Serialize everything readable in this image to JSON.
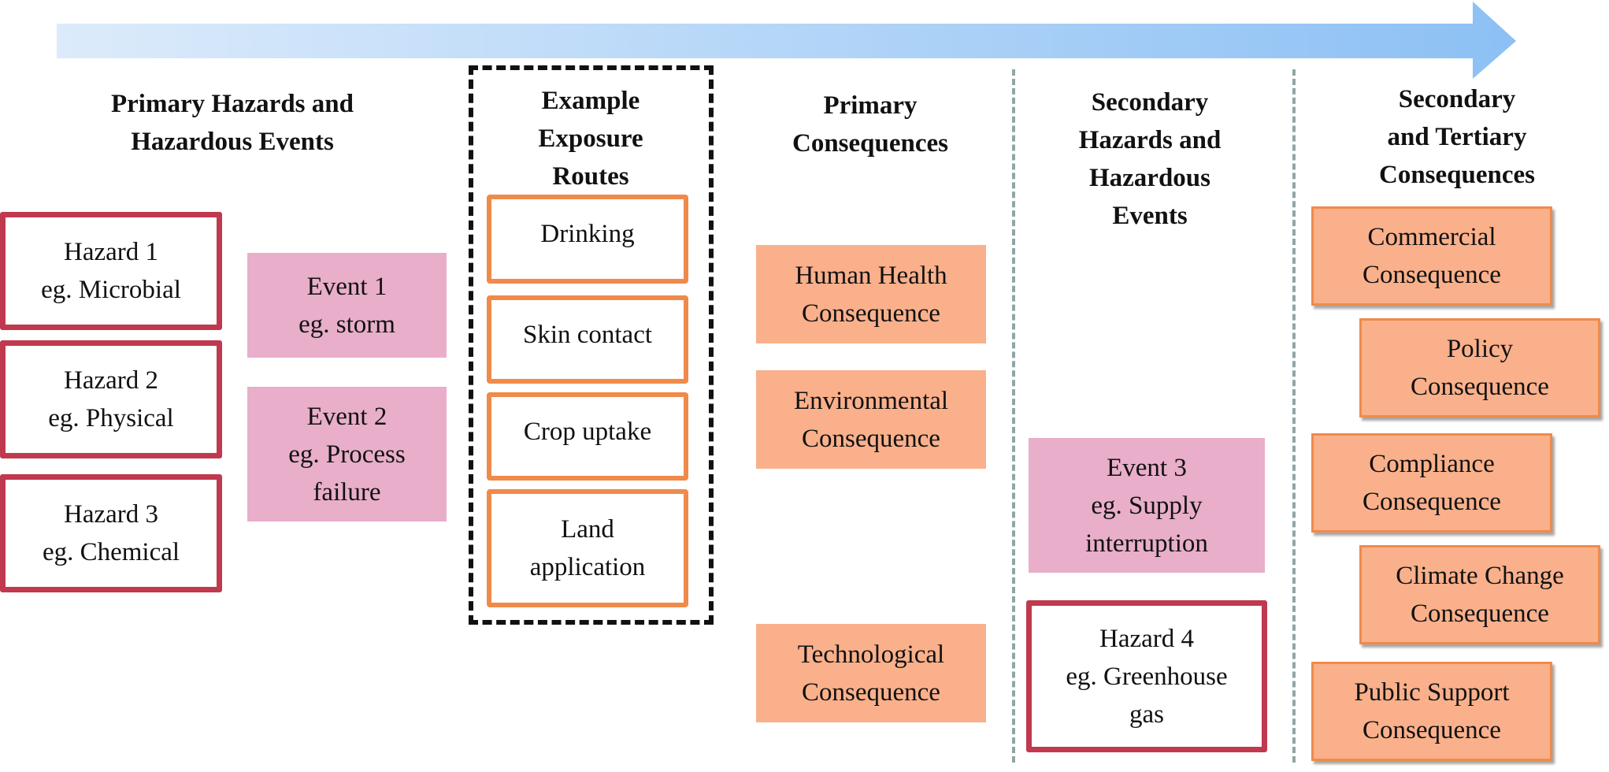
{
  "colors": {
    "arrow_start": "#dcebfb",
    "arrow_end": "#8cc0f4",
    "hazard_border": "#c0394f",
    "event_fill": "#e8aeca",
    "route_border": "#f08a4b",
    "consequence_fill": "#f9b08b",
    "divider": "#8fa6a6"
  },
  "columns": {
    "primary_hazards": {
      "title_lines": [
        "Primary Hazards and",
        "Hazardous Events"
      ]
    },
    "exposure_routes": {
      "title_lines": [
        "Example",
        "Exposure",
        "Routes"
      ]
    },
    "primary_consequences": {
      "title_lines": [
        "Primary",
        "Consequences"
      ]
    },
    "secondary_hazards": {
      "title_lines": [
        "Secondary",
        "Hazards and",
        "Hazardous",
        "Events"
      ]
    },
    "secondary_tertiary": {
      "title_lines": [
        "Secondary",
        "and Tertiary",
        "Consequences"
      ]
    }
  },
  "hazards": [
    {
      "lines": [
        "Hazard 1",
        "eg. Microbial"
      ]
    },
    {
      "lines": [
        "Hazard 2",
        "eg. Physical"
      ]
    },
    {
      "lines": [
        "Hazard 3",
        "eg. Chemical"
      ]
    }
  ],
  "events": [
    {
      "lines": [
        "Event 1",
        "eg. storm"
      ]
    },
    {
      "lines": [
        "Event 2",
        "eg. Process",
        "failure"
      ]
    }
  ],
  "routes": [
    {
      "lines": [
        "Drinking"
      ]
    },
    {
      "lines": [
        "Skin contact"
      ]
    },
    {
      "lines": [
        "Crop uptake"
      ]
    },
    {
      "lines": [
        "Land",
        "application"
      ]
    }
  ],
  "primary_consequences": [
    {
      "lines": [
        "Human Health",
        "Consequence"
      ]
    },
    {
      "lines": [
        "Environmental",
        "Consequence"
      ]
    },
    {
      "lines": [
        "Technological",
        "Consequence"
      ]
    }
  ],
  "secondary_events": [
    {
      "lines": [
        "Event 3",
        "eg. Supply",
        "interruption"
      ]
    }
  ],
  "secondary_hazards": [
    {
      "lines": [
        "Hazard 4",
        "eg. Greenhouse",
        "gas"
      ]
    }
  ],
  "tertiary_consequences": [
    {
      "lines": [
        "Commercial",
        "Consequence"
      ]
    },
    {
      "lines": [
        "Policy",
        "Consequence"
      ]
    },
    {
      "lines": [
        "Compliance",
        "Consequence"
      ]
    },
    {
      "lines": [
        "Climate Change",
        "Consequence"
      ]
    },
    {
      "lines": [
        "Public Support",
        "Consequence"
      ]
    }
  ]
}
